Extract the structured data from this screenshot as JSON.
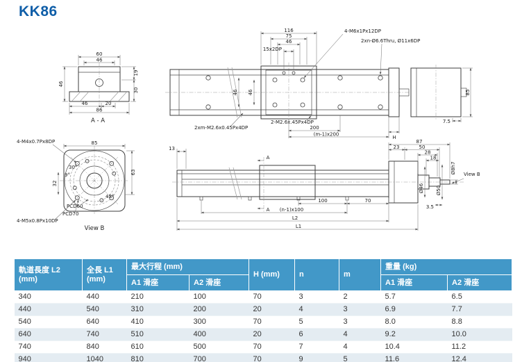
{
  "page": {
    "title": "KK86"
  },
  "drawings": {
    "section_aa": {
      "caption": "A - A",
      "dim_60": "60",
      "dim_46_top": "46",
      "dim_46_left": "46",
      "dim_19": "19",
      "dim_30": "30",
      "dim_46_bottom": "46",
      "dim_20": "20",
      "dim_86": "86"
    },
    "plan_view": {
      "dim_116": "116",
      "dim_75": "75",
      "dim_46": "46",
      "dim_15x2dp": "15x2DP",
      "callout_m6": "4-M6x1Px12DP",
      "callout_thru_holes": "2xn-Ø6.6Thru, Ø11x6DP",
      "dim_46_rail_vertical": "46",
      "dim_46_carriage_vertical": "46",
      "dim_85_end": "85",
      "dim_7_5": "7.5",
      "callout_m26_rail": "2xm-M2.6x0.45Px4DP",
      "callout_m26_carriage": "2-M2.6x.45Px4DP",
      "dim_200": "200",
      "dim_m1_x200": "(m-1)x200",
      "dim_h": "H"
    },
    "flange_view": {
      "caption": "View B",
      "callout_m4": "4-M4x0.7Px8DP",
      "dim_85": "85",
      "angle_30": "30°",
      "angle_9": "9°",
      "dim_32": "32",
      "dim_63": "63",
      "angle_45": "45°",
      "label_pcd60": "PCD60",
      "label_pcd70": "PCD70",
      "callout_m5": "4-M5x0.8Px10DP"
    },
    "side_view": {
      "dim_13": "13",
      "section_a": "A",
      "dim_100": "100",
      "dim_70": "70",
      "dim_n1_x100": "(n-1)x100",
      "dim_l2": "L2",
      "dim_l1": "L1",
      "dim_87": "87",
      "dim_23": "23",
      "dim_50": "50",
      "dim_28": "28",
      "dim_18": "18",
      "dia_8h7": "Ø8h7",
      "dia_46": "Ø46",
      "dia_50": "Ø50",
      "dim_3_5": "3.5",
      "view_b_ref": "View B"
    }
  },
  "table": {
    "headers": {
      "rail_length_l2": "軌道長度 L2 (mm)",
      "total_length_l1": "全長 L1 (mm)",
      "max_stroke": "最大行程 (mm)",
      "h": "H (mm)",
      "n": "n",
      "m": "m",
      "weight": "重量 (kg)",
      "a1_slider": "A1 滑座",
      "a2_slider": "A2 滑座"
    },
    "rows": [
      [
        "340",
        "440",
        "210",
        "100",
        "70",
        "3",
        "2",
        "5.7",
        "6.5"
      ],
      [
        "440",
        "540",
        "310",
        "200",
        "20",
        "4",
        "3",
        "6.9",
        "7.7"
      ],
      [
        "540",
        "640",
        "410",
        "300",
        "70",
        "5",
        "3",
        "8.0",
        "8.8"
      ],
      [
        "640",
        "740",
        "510",
        "400",
        "20",
        "6",
        "4",
        "9.2",
        "10.0"
      ],
      [
        "740",
        "840",
        "610",
        "500",
        "70",
        "7",
        "4",
        "10.4",
        "11.2"
      ],
      [
        "940",
        "1040",
        "810",
        "700",
        "70",
        "9",
        "5",
        "11.6",
        "12.4"
      ]
    ]
  }
}
